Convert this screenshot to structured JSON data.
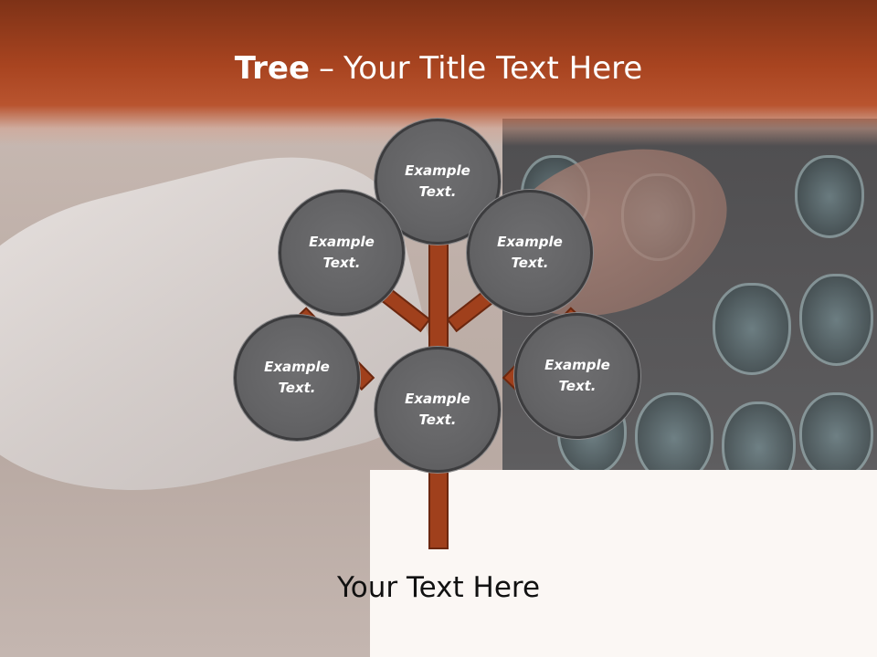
{
  "title": {
    "bold": "Tree",
    "separator": "–",
    "text": "Your Title Text Here"
  },
  "nodes": [
    {
      "label": "Example Text."
    },
    {
      "label": "Example Text."
    },
    {
      "label": "Example Text."
    },
    {
      "label": "Example Text."
    },
    {
      "label": "Example Text."
    },
    {
      "label": "Example Text."
    }
  ],
  "caption": "Your Text Here",
  "colors": {
    "header": "#a84420",
    "trunk": "#a0401c",
    "node_fill": "#656567",
    "node_border": "#3c3c3e"
  }
}
